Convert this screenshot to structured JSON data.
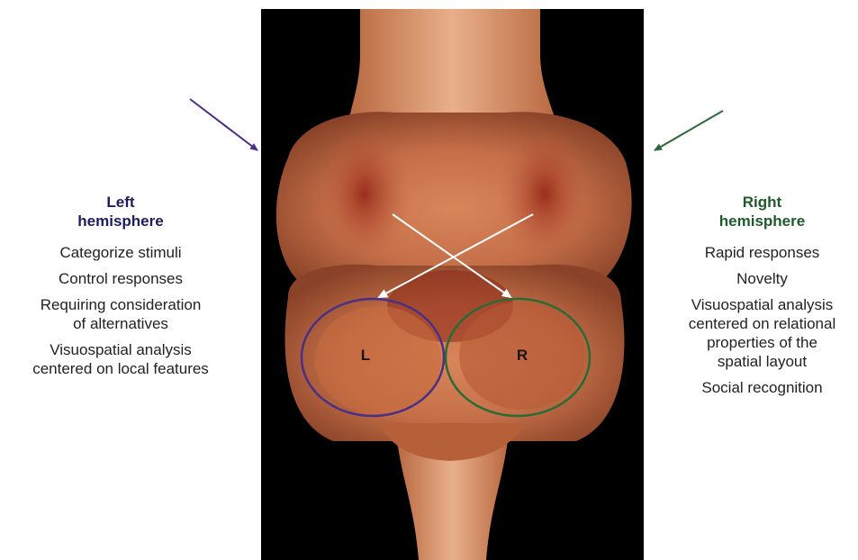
{
  "left": {
    "heading": "Left\nhemisphere",
    "items": [
      "Categorize stimuli",
      "Control responses",
      "Requiring consideration\nof alternatives",
      "Visuospatial analysis\ncentered on local features"
    ],
    "circle_label": "L",
    "color": "#4a2f86"
  },
  "right": {
    "heading": "Right\nhemisphere",
    "items": [
      "Rapid responses",
      "Novelty",
      "Visuospatial analysis\ncentered on relational\nproperties of the\nspatial layout",
      "Social recognition"
    ],
    "circle_label": "R",
    "color": "#2a6a35"
  }
}
